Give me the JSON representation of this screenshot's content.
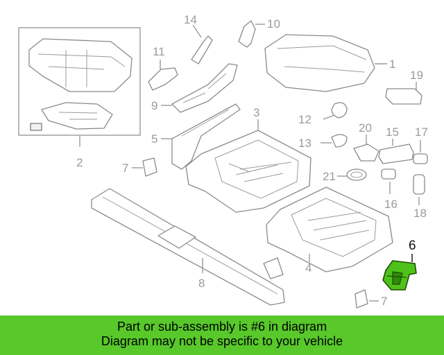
{
  "diagram": {
    "callouts": {
      "c1": "1",
      "c2": "2",
      "c3": "3",
      "c4": "4",
      "c5": "5",
      "c6": "6",
      "c7a": "7",
      "c7b": "7",
      "c8": "8",
      "c9": "9",
      "c10": "10",
      "c11": "11",
      "c12": "12",
      "c13": "13",
      "c14": "14",
      "c15": "15",
      "c16": "16",
      "c17": "17",
      "c18": "18",
      "c19": "19",
      "c20": "20",
      "c21": "21"
    },
    "highlight_color": "#4ec21a"
  },
  "banner": {
    "line1": "Part or sub-assembly is #6 in diagram",
    "line2": "Diagram may not be specific to your vehicle",
    "background": "#58c82a"
  }
}
